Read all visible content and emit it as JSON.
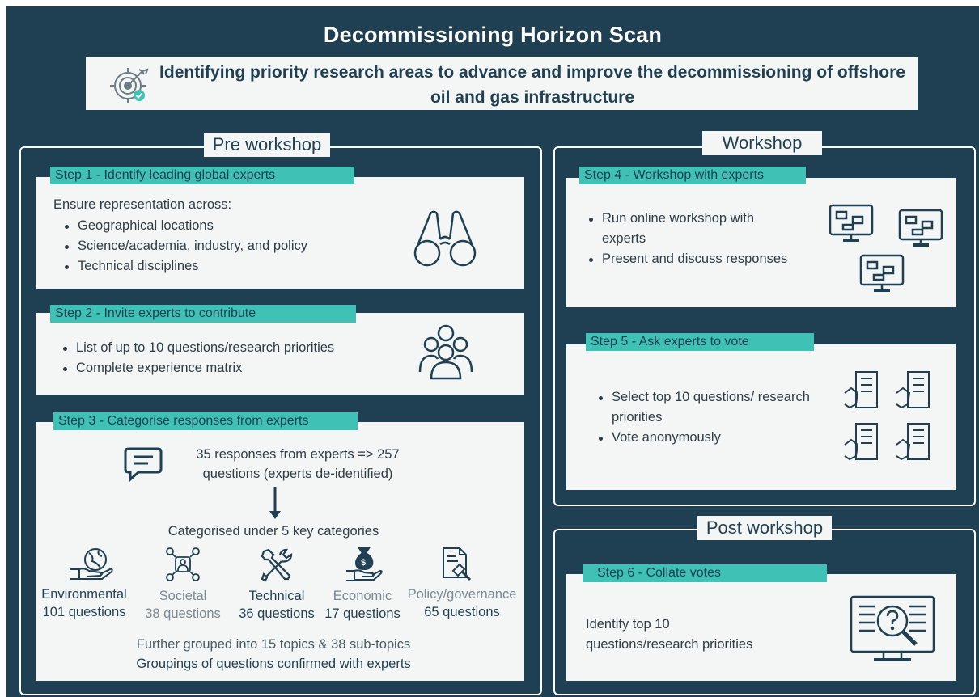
{
  "title": "Decommissioning Horizon Scan",
  "subtitle": "Identifying priority research areas to advance and improve the decommissioning of offshore oil and gas infrastructure",
  "pre_workshop": {
    "label": "Pre workshop",
    "step1": {
      "tag": "Step 1 - Identify leading global experts",
      "intro": "Ensure representation across:",
      "bullets": [
        "Geographical locations",
        "Science/academia, industry, and policy",
        "Technical disciplines"
      ],
      "icon": "binoculars-icon"
    },
    "step2": {
      "tag": "Step 2 - Invite experts to contribute",
      "bullets": [
        "List of up to 10 questions/research priorities",
        "Complete experience matrix"
      ],
      "icon": "group-people-icon"
    },
    "step3": {
      "tag": "Step 3 - Categorise responses from experts",
      "responses_line1": "35 responses from experts  => 257",
      "responses_line2": "questions  (experts de-identified)",
      "categorised": "Categorised under 5 key categories",
      "categories": [
        {
          "name": "Environmental",
          "count": "101 questions",
          "icon": "hand-globe-icon"
        },
        {
          "name": "Societal",
          "count": "38 questions",
          "icon": "people-network-icon"
        },
        {
          "name": "Technical",
          "count": "36 questions",
          "icon": "tools-icon"
        },
        {
          "name": "Economic",
          "count": "17 questions",
          "icon": "hand-money-bag-icon"
        },
        {
          "name": "Policy/governance",
          "count": "65 questions",
          "icon": "document-gavel-icon"
        }
      ],
      "further": "Further grouped into 15 topics & 38 sub-topics",
      "confirmed": "Groupings of questions confirmed with experts"
    }
  },
  "workshop": {
    "label": "Workshop",
    "step4": {
      "tag": "Step 4 - Workshop with experts",
      "bullets": [
        "Run online workshop with experts",
        "Present and discuss responses"
      ],
      "icon": "monitor-chat-icon"
    },
    "step5": {
      "tag": "Step 5 - Ask experts to vote",
      "bullets": [
        "Select top 10 questions/ research priorities",
        "Vote anonymously"
      ],
      "icon": "ballot-checklist-icon"
    }
  },
  "post_workshop": {
    "label": "Post workshop",
    "step6": {
      "tag": "Step 6 - Collate votes",
      "text_line1": "Identify top 10",
      "text_line2": "questions/research priorities",
      "icon": "document-magnifier-icon"
    }
  },
  "colors": {
    "background": "#1f3f52",
    "accent": "#40c1b5",
    "card": "#f4f5f5"
  }
}
